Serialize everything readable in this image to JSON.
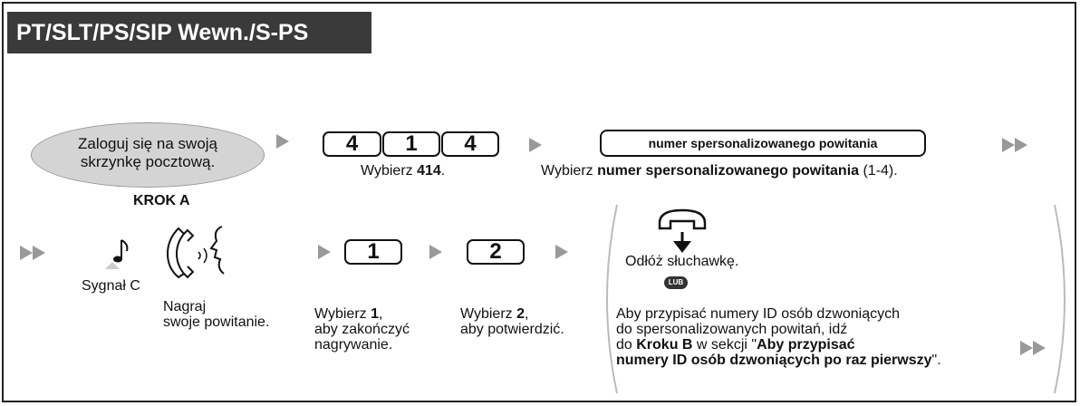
{
  "header": {
    "title": "PT/SLT/PS/SIP Wewn./S-PS"
  },
  "step1": {
    "line1": "Zaloguj się na swoją",
    "line2": "skrzynkę pocztową."
  },
  "keys": {
    "first": [
      "4",
      "1",
      "4"
    ],
    "select1": "1",
    "select2": "2"
  },
  "dial414": {
    "prefix": "Wybierz ",
    "number": "414",
    "suffix": "."
  },
  "greeting": {
    "pill": "numer spersonalizowanego powitania",
    "prefix": "Wybierz ",
    "bold": "numer spersonalizowanego powitania",
    "suffix": " (1-4)."
  },
  "step_a": {
    "label": "KROK A"
  },
  "tone": {
    "label": "Sygnał C"
  },
  "record": {
    "line1": "Nagraj",
    "line2": "swoje powitanie."
  },
  "finish": {
    "prefix": "Wybierz ",
    "key": "1",
    "suffix": ",",
    "line2": "aby zakończyć",
    "line3": "nagrywanie."
  },
  "confirm": {
    "prefix": "Wybierz ",
    "key": "2",
    "suffix": ",",
    "line2": "aby potwierdzić."
  },
  "hangup": {
    "label": "Odłóż słuchawkę.",
    "or_badge": "LUB"
  },
  "caller_id": {
    "line1": "Aby przypisać numery ID osób dzwoniących",
    "line2": "do spersonalizowanych powitań, idź",
    "line3_prefix": "do ",
    "line3_bold": "Kroku B",
    "line3_mid": " w sekcji \"",
    "line3_bold2": "Aby przypisać",
    "line4_bold": "numery ID osób dzwoniących po raz pierwszy",
    "line4_suffix": "\"."
  },
  "icons": {
    "arrows": "play-arrow-icon",
    "double": "double-arrow-icon",
    "phone": "handset-icon",
    "note": "music-note-icon",
    "speak": "speaking-person-icon"
  },
  "colors": {
    "header_bg": "#3a3a3a",
    "oval_bg": "#d4d4d4",
    "arrow": "#999999"
  }
}
